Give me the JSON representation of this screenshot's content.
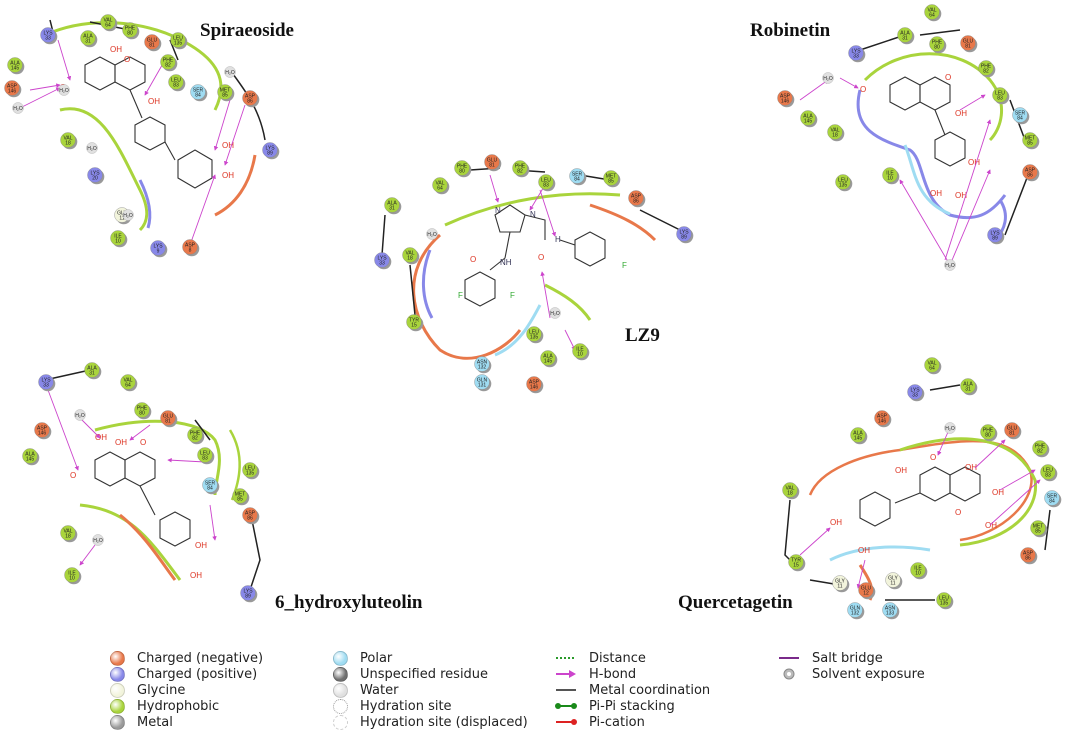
{
  "titles": {
    "spiraeoside": "Spiraeoside",
    "robinetin": "Robinetin",
    "lz9": "LZ9",
    "hydroxyluteolin": "6_hydroxyluteolin",
    "quercetagetin": "Quercetagetin"
  },
  "colors": {
    "negative": "#e8784a",
    "positive": "#8888e8",
    "glycine": "#f2f4dc",
    "hydrophobic": "#a9d43c",
    "metal": "#9a9a9a",
    "polar": "#9fdcf2",
    "unspecified": "#6f6f6f",
    "water": "#e0e0e0",
    "hbond": "#cc44cc",
    "salt_bridge": "#7a2a8a"
  },
  "atom_labels": {
    "oh": "OH",
    "o": "O",
    "h2o": "H₂O",
    "nh": "NH",
    "n": "N",
    "h": "H",
    "f": "F"
  },
  "residues": {
    "spiraeoside": [
      {
        "name": "LYS 33",
        "kind": "positive"
      },
      {
        "name": "ALA 31",
        "kind": "hydrophobic"
      },
      {
        "name": "VAL 64",
        "kind": "hydrophobic"
      },
      {
        "name": "PHE 80",
        "kind": "hydrophobic"
      },
      {
        "name": "GLU 81",
        "kind": "negative"
      },
      {
        "name": "LEU 135",
        "kind": "hydrophobic"
      },
      {
        "name": "PHE 82",
        "kind": "hydrophobic"
      },
      {
        "name": "LEU 83",
        "kind": "hydrophobic"
      },
      {
        "name": "SER 84",
        "kind": "polar"
      },
      {
        "name": "MET 85",
        "kind": "hydrophobic"
      },
      {
        "name": "ASP 86",
        "kind": "negative"
      },
      {
        "name": "LYS 89",
        "kind": "positive"
      },
      {
        "name": "ALA 145",
        "kind": "hydrophobic"
      },
      {
        "name": "ASP 146",
        "kind": "negative"
      },
      {
        "name": "VAL 18",
        "kind": "hydrophobic"
      },
      {
        "name": "LYS 20",
        "kind": "positive"
      },
      {
        "name": "GLY 11",
        "kind": "glycine"
      },
      {
        "name": "ILE 10",
        "kind": "hydrophobic"
      },
      {
        "name": "LYS 9",
        "kind": "positive"
      },
      {
        "name": "ASP 8",
        "kind": "negative"
      }
    ],
    "robinetin": [
      {
        "name": "VAL 64",
        "kind": "hydrophobic"
      },
      {
        "name": "ALA 31",
        "kind": "hydrophobic"
      },
      {
        "name": "PHE 80",
        "kind": "hydrophobic"
      },
      {
        "name": "GLU 81",
        "kind": "negative"
      },
      {
        "name": "LYS 33",
        "kind": "positive"
      },
      {
        "name": "PHE 82",
        "kind": "hydrophobic"
      },
      {
        "name": "LEU 83",
        "kind": "hydrophobic"
      },
      {
        "name": "SER 84",
        "kind": "polar"
      },
      {
        "name": "MET 85",
        "kind": "hydrophobic"
      },
      {
        "name": "ASP 86",
        "kind": "negative"
      },
      {
        "name": "LYS 89",
        "kind": "positive"
      },
      {
        "name": "ASP 146",
        "kind": "negative"
      },
      {
        "name": "ALA 145",
        "kind": "hydrophobic"
      },
      {
        "name": "VAL 18",
        "kind": "hydrophobic"
      },
      {
        "name": "LEU 135",
        "kind": "hydrophobic"
      },
      {
        "name": "ILE 10",
        "kind": "hydrophobic"
      }
    ],
    "lz9": [
      {
        "name": "PHE 80",
        "kind": "hydrophobic"
      },
      {
        "name": "GLU 81",
        "kind": "negative"
      },
      {
        "name": "PHE 82",
        "kind": "hydrophobic"
      },
      {
        "name": "LEU 83",
        "kind": "hydrophobic"
      },
      {
        "name": "SER 84",
        "kind": "polar"
      },
      {
        "name": "MET 85",
        "kind": "hydrophobic"
      },
      {
        "name": "ASP 86",
        "kind": "negative"
      },
      {
        "name": "LYS 89",
        "kind": "positive"
      },
      {
        "name": "VAL 64",
        "kind": "hydrophobic"
      },
      {
        "name": "ALA 31",
        "kind": "hydrophobic"
      },
      {
        "name": "LYS 33",
        "kind": "positive"
      },
      {
        "name": "VAL 18",
        "kind": "hydrophobic"
      },
      {
        "name": "TYR 15",
        "kind": "hydrophobic"
      },
      {
        "name": "LEU 135",
        "kind": "hydrophobic"
      },
      {
        "name": "ASN 132",
        "kind": "polar"
      },
      {
        "name": "GLN 131",
        "kind": "polar"
      },
      {
        "name": "ALA 145",
        "kind": "hydrophobic"
      },
      {
        "name": "ASP 146",
        "kind": "negative"
      },
      {
        "name": "ILE 10",
        "kind": "hydrophobic"
      }
    ],
    "hydroxyluteolin": [
      {
        "name": "LYS 33",
        "kind": "positive"
      },
      {
        "name": "ALA 31",
        "kind": "hydrophobic"
      },
      {
        "name": "VAL 64",
        "kind": "hydrophobic"
      },
      {
        "name": "PHE 80",
        "kind": "hydrophobic"
      },
      {
        "name": "GLU 81",
        "kind": "negative"
      },
      {
        "name": "PHE 82",
        "kind": "hydrophobic"
      },
      {
        "name": "LEU 83",
        "kind": "hydrophobic"
      },
      {
        "name": "LEU 135",
        "kind": "hydrophobic"
      },
      {
        "name": "SER 84",
        "kind": "polar"
      },
      {
        "name": "MET 85",
        "kind": "hydrophobic"
      },
      {
        "name": "ASP 86",
        "kind": "negative"
      },
      {
        "name": "ASP 146",
        "kind": "negative"
      },
      {
        "name": "ALA 145",
        "kind": "hydrophobic"
      },
      {
        "name": "VAL 18",
        "kind": "hydrophobic"
      },
      {
        "name": "ILE 10",
        "kind": "hydrophobic"
      },
      {
        "name": "LYS 89",
        "kind": "positive"
      }
    ],
    "quercetagetin": [
      {
        "name": "VAL 64",
        "kind": "hydrophobic"
      },
      {
        "name": "LYS 33",
        "kind": "positive"
      },
      {
        "name": "ALA 31",
        "kind": "hydrophobic"
      },
      {
        "name": "ASP 146",
        "kind": "negative"
      },
      {
        "name": "ALA 145",
        "kind": "hydrophobic"
      },
      {
        "name": "PHE 80",
        "kind": "hydrophobic"
      },
      {
        "name": "GLU 81",
        "kind": "negative"
      },
      {
        "name": "PHE 82",
        "kind": "hydrophobic"
      },
      {
        "name": "LEU 83",
        "kind": "hydrophobic"
      },
      {
        "name": "SER 84",
        "kind": "polar"
      },
      {
        "name": "MET 85",
        "kind": "hydrophobic"
      },
      {
        "name": "ASP 86",
        "kind": "negative"
      },
      {
        "name": "VAL 18",
        "kind": "hydrophobic"
      },
      {
        "name": "TYR 15",
        "kind": "hydrophobic"
      },
      {
        "name": "GLY 11",
        "kind": "glycine"
      },
      {
        "name": "GLU 12",
        "kind": "negative"
      },
      {
        "name": "GLY 11",
        "kind": "glycine"
      },
      {
        "name": "ILE 10",
        "kind": "hydrophobic"
      },
      {
        "name": "GLN 132",
        "kind": "polar"
      },
      {
        "name": "ASN 133",
        "kind": "polar"
      },
      {
        "name": "LEU 135",
        "kind": "hydrophobic"
      }
    ]
  },
  "legend": {
    "residues": [
      {
        "label": "Charged (negative)",
        "kind": "negative"
      },
      {
        "label": "Charged (positive)",
        "kind": "positive"
      },
      {
        "label": "Glycine",
        "kind": "glycine"
      },
      {
        "label": "Hydrophobic",
        "kind": "hydrophobic"
      },
      {
        "label": "Metal",
        "kind": "metal"
      },
      {
        "label": "Polar",
        "kind": "polar"
      },
      {
        "label": "Unspecified residue",
        "kind": "unspecified"
      },
      {
        "label": "Water",
        "kind": "water"
      },
      {
        "label": "Hydration site",
        "kind": "hydration"
      },
      {
        "label": "Hydration site (displaced)",
        "kind": "hydration-displaced"
      }
    ],
    "interactions": [
      {
        "label": "Distance",
        "kind": "distance"
      },
      {
        "label": "H-bond",
        "kind": "hbond"
      },
      {
        "label": "Metal coordination",
        "kind": "metal-coordination"
      },
      {
        "label": "Pi-Pi stacking",
        "kind": "pi-pi"
      },
      {
        "label": "Pi-cation",
        "kind": "pi-cation"
      }
    ],
    "other": [
      {
        "label": "Salt bridge",
        "kind": "salt-bridge"
      },
      {
        "label": "Solvent exposure",
        "kind": "solvent-exposure"
      }
    ]
  }
}
